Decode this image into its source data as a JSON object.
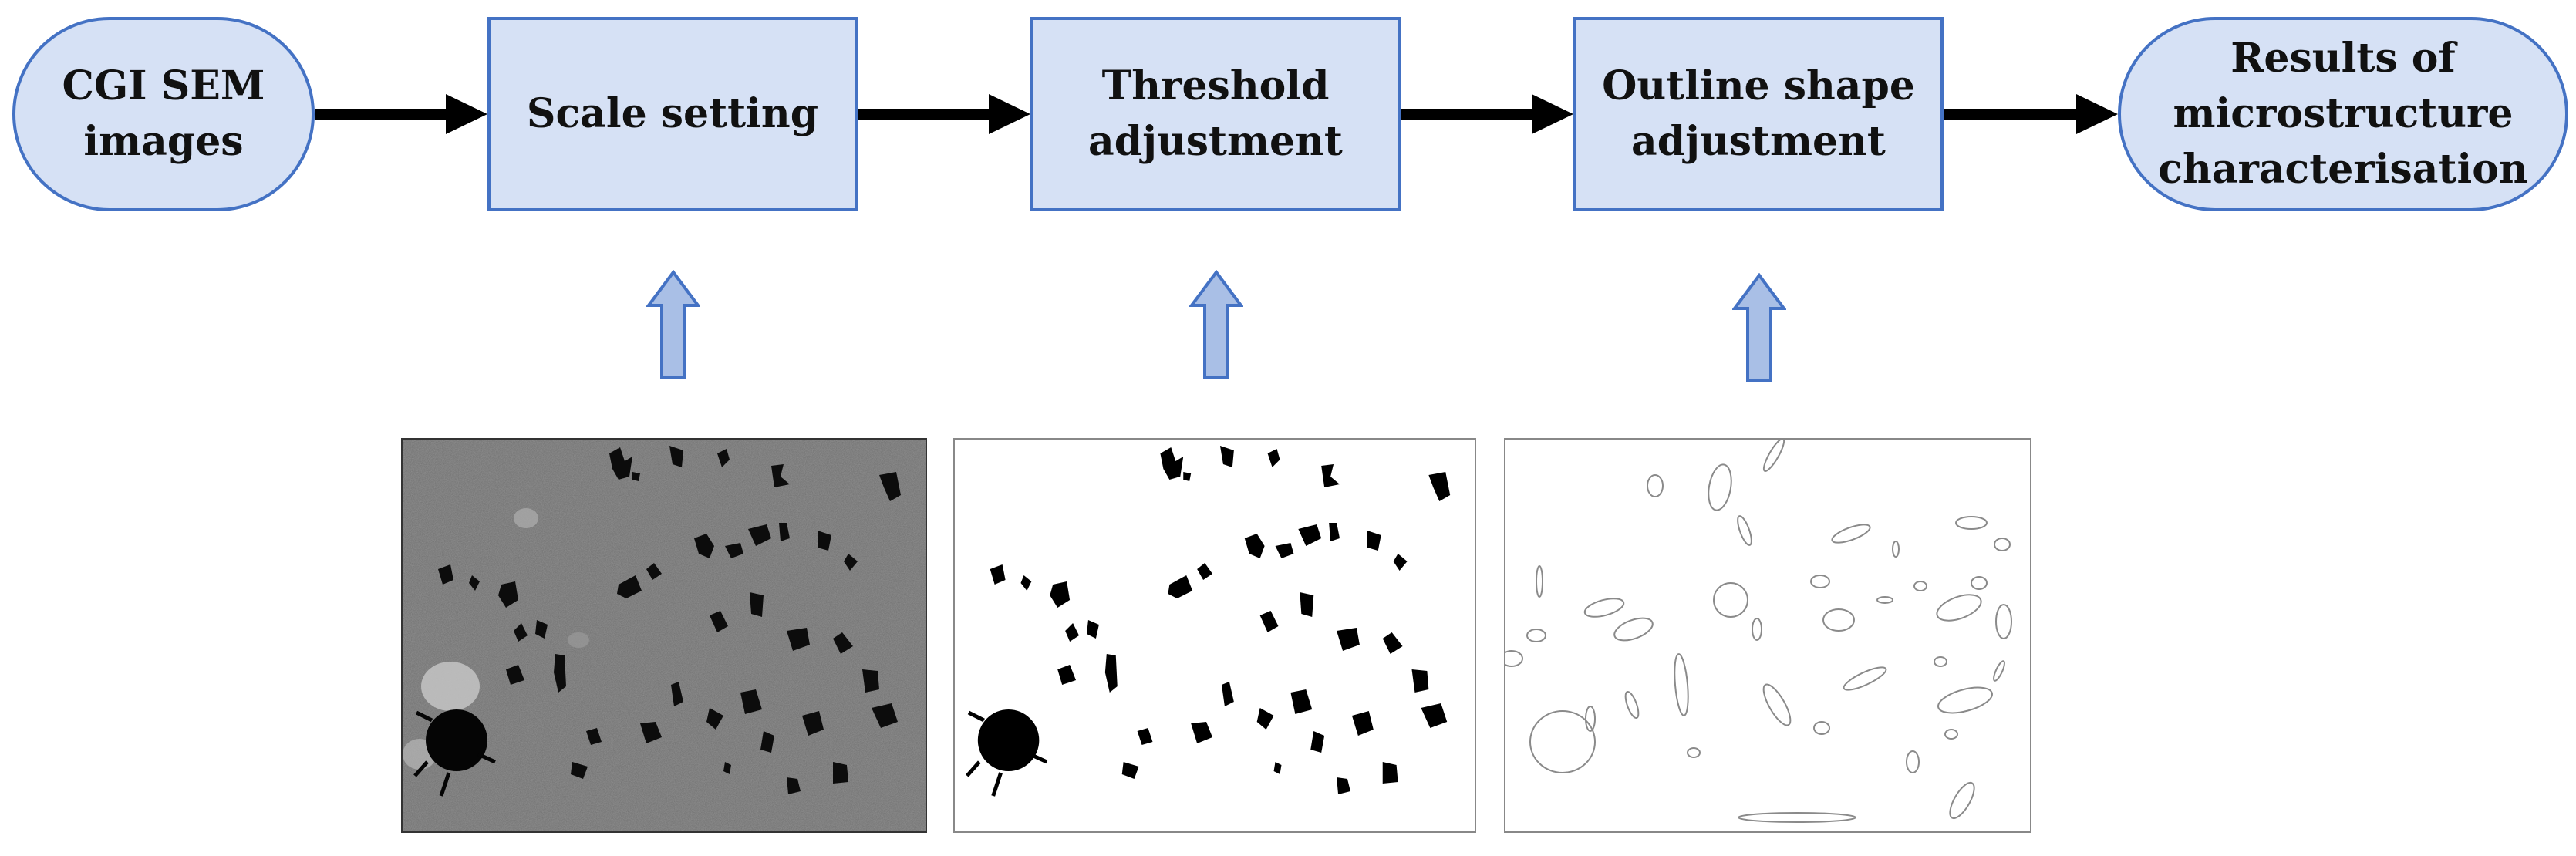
{
  "flow": {
    "start": {
      "line1": "CGI SEM",
      "line2": "images"
    },
    "step1": {
      "line1": "Scale setting"
    },
    "step2": {
      "line1": "Threshold",
      "line2": "adjustment"
    },
    "step3": {
      "line1": "Outline shape",
      "line2": "adjustment"
    },
    "end": {
      "line1": "Results of",
      "line2": "microstructure",
      "line3": "characterisation"
    }
  },
  "images": {
    "panel1": {
      "icon": "sem-micrograph-image"
    },
    "panel2": {
      "icon": "binary-threshold-image"
    },
    "panel3": {
      "icon": "ellipse-outline-image"
    }
  },
  "colors": {
    "box_fill": "#d6e1f5",
    "box_border": "#4472c4",
    "arrow": "#000000",
    "up_arrow_fill": "#a9bfe6"
  }
}
